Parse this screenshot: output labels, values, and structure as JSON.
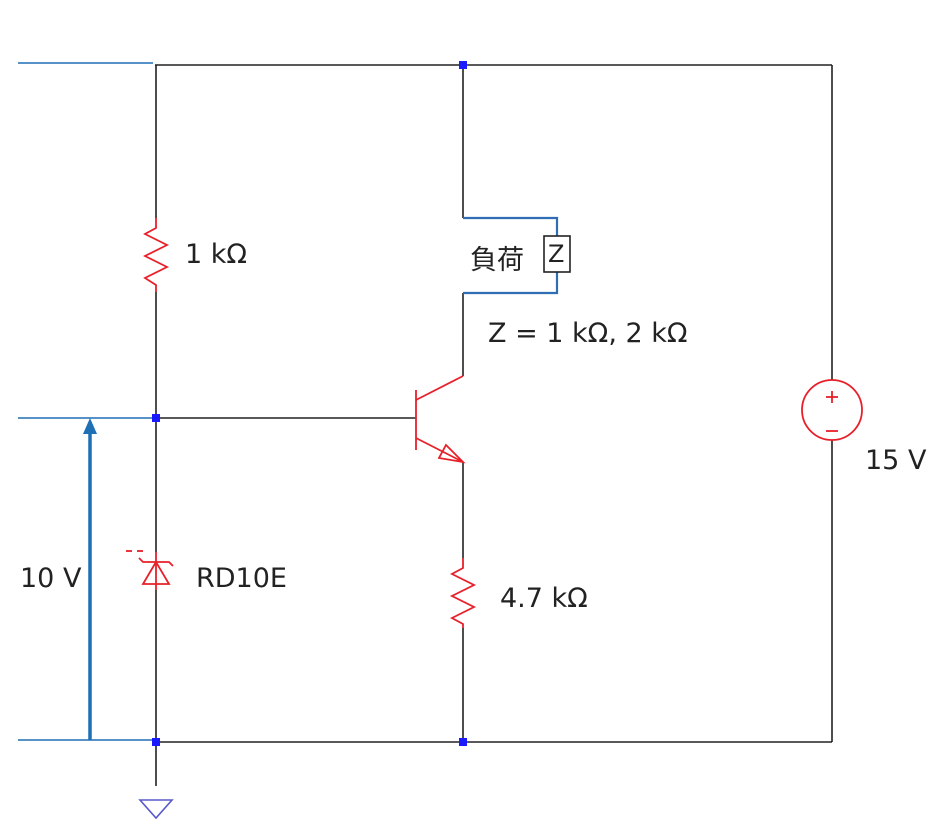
{
  "labels": {
    "r1": "1 kΩ",
    "load_kanji": "負荷",
    "load_symbol": "Z",
    "load_values": "Z = 1 kΩ, 2 kΩ",
    "vsource": "15 V",
    "vref": "10 V",
    "zener": "RD10E",
    "re": "4.7 kΩ"
  },
  "colors": {
    "wire": "#222222",
    "component": "#e8202a",
    "load_wire": "#2f6db5",
    "junction": "#1a1aff",
    "annotation": "#1f6fb5",
    "ground": "#5a5acc"
  },
  "icons": {
    "vsource": "dc-voltage-source-icon",
    "zener": "zener-diode-icon",
    "transistor": "npn-transistor-icon",
    "ground": "ground-icon"
  }
}
